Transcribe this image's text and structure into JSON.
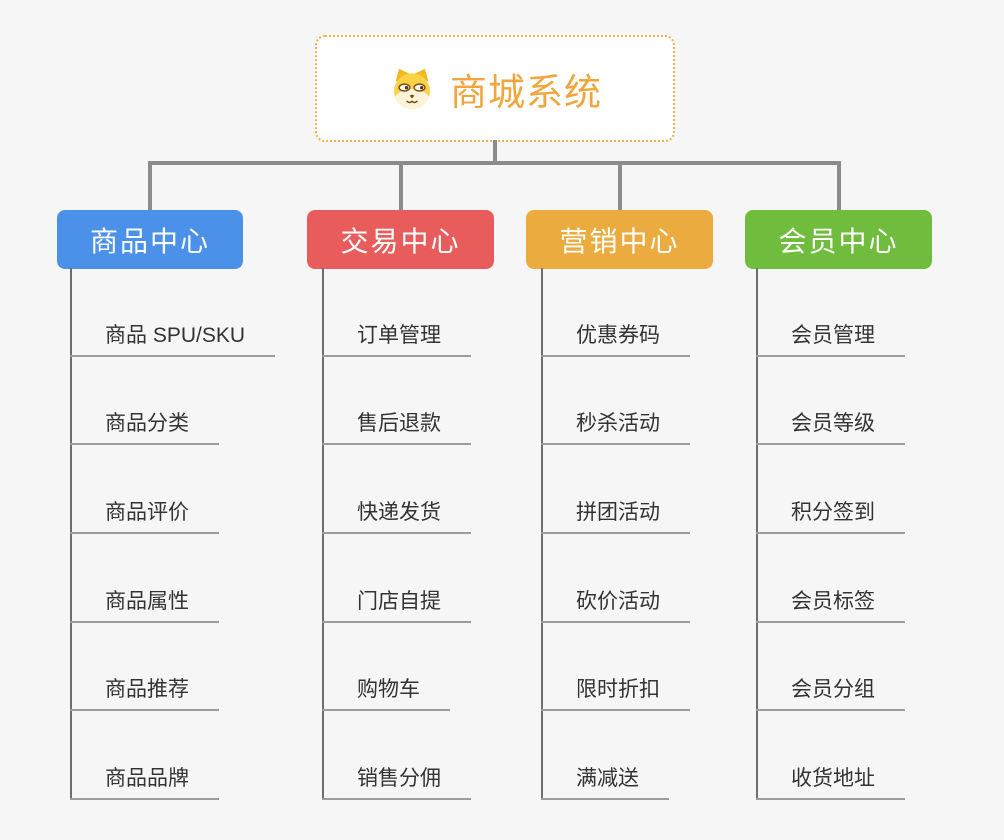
{
  "theme": {
    "background": "#f6f6f6",
    "connector_color": "#8C8C8C",
    "leaf_connector_color": "#6E6E6E",
    "leaf_underline_color": "#9C9C9C",
    "root_text_color": "#F0A63D",
    "root_border_color": "#F2AF4E"
  },
  "root": {
    "label": "商城系统",
    "icon": "dog-face-icon"
  },
  "branches": [
    {
      "label": "商品中心",
      "color": "#4B90E9",
      "children": [
        "商品 SPU/SKU",
        "商品分类",
        "商品评价",
        "商品属性",
        "商品推荐",
        "商品品牌"
      ]
    },
    {
      "label": "交易中心",
      "color": "#E85D5B",
      "children": [
        "订单管理",
        "售后退款",
        "快递发货",
        "门店自提",
        "购物车",
        "销售分佣"
      ]
    },
    {
      "label": "营销中心",
      "color": "#ECAB3E",
      "children": [
        "优惠券码",
        "秒杀活动",
        "拼团活动",
        "砍价活动",
        "限时折扣",
        "满减送"
      ]
    },
    {
      "label": "会员中心",
      "color": "#70BD3D",
      "children": [
        "会员管理",
        "会员等级",
        "积分签到",
        "会员标签",
        "会员分组",
        "收货地址"
      ]
    }
  ]
}
